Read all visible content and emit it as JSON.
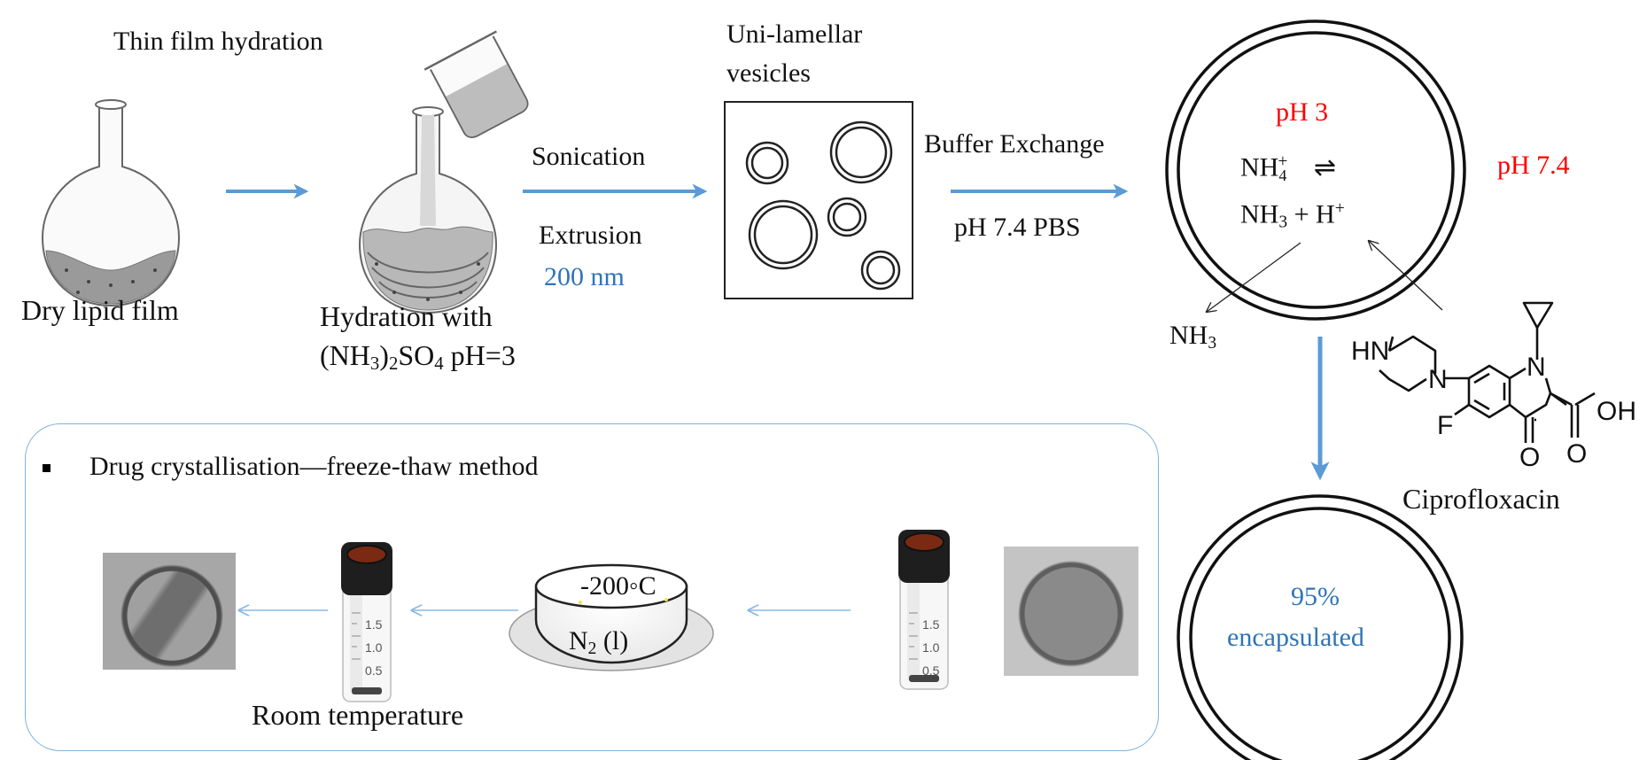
{
  "top": {
    "thin_film_title": "Thin film hydration",
    "dry_lipid_label": "Dry lipid film",
    "hydration_line1": "Hydration with",
    "hydration_line2_a": "(NH",
    "hydration_line2_sub1": "3",
    "hydration_line2_b": ")",
    "hydration_line2_sub2": "2",
    "hydration_line2_c": "SO",
    "hydration_line2_sub3": "4",
    "hydration_line2_d": " pH=3",
    "sonication": "Sonication",
    "extrusion": "Extrusion",
    "extrusion_size": "200 nm",
    "vesicles_line1": "Uni-lamellar",
    "vesicles_line2": "vesicles",
    "buffer_exchange": "Buffer Exchange",
    "buffer_pbs": "pH 7.4 PBS"
  },
  "liposome": {
    "inner_ph": "pH 3",
    "outer_ph": "pH 7.4",
    "eq_nh4": "NH",
    "eq_nh4_sub": "4",
    "eq_nh4_sup": "+",
    "eq_arrows": "⇌",
    "eq_nh3": "NH",
    "eq_nh3_sub": "3",
    "eq_plus_h": " + H",
    "eq_h_sup": "+",
    "nh3_out": "NH",
    "nh3_out_sub": "3"
  },
  "drug": {
    "name": "Ciprofloxacin",
    "atom_hn": "HN",
    "atom_n1": "N",
    "atom_n2": "N",
    "atom_f": "F",
    "atom_o1": "O",
    "atom_o2": "O",
    "atom_oh": "OH"
  },
  "result": {
    "line1": "95%",
    "line2": "encapsulated"
  },
  "bottom": {
    "bullet_title": "Drug crystallisation—freeze-thaw method",
    "bath_temp": "-200◦C",
    "bath_n2": "N",
    "bath_n2_sub": "2",
    "bath_n2_state": " (l)",
    "room_temp": "Room temperature",
    "vial_marks": [
      "1.5",
      "1.0",
      "0.5"
    ]
  },
  "colors": {
    "arrow_blue": "#5b9bd5",
    "thin_arrow_blue": "#8ab8e4",
    "ph_red": "#ff0000",
    "highlight_blue": "#2e75b6",
    "panel_border": "#7fb3e0"
  }
}
